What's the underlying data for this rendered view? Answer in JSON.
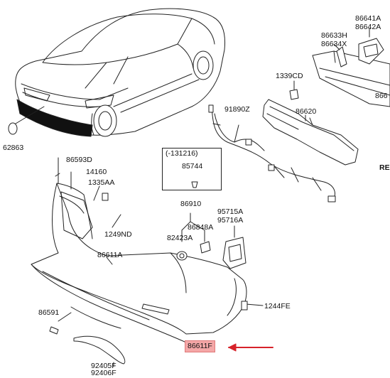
{
  "diagram": {
    "highlight_color": "#f4a7a7",
    "arrow_color": "#d7222a",
    "labels": {
      "p62863": "62863",
      "p86641A": "86641A",
      "p86642A": "86642A",
      "p86633H": "86633H",
      "p86634X": "86634X",
      "p1339CD": "1339CD",
      "p866_cut": "866",
      "p91890Z": "91890Z",
      "p86620": "86620",
      "re_cut": "RE",
      "p131216": "(-131216)",
      "p85744": "85744",
      "p86593D": "86593D",
      "p14160": "14160",
      "p1335AA": "1335AA",
      "p1249ND": "1249ND",
      "p86910": "86910",
      "p86848A": "86848A",
      "p82423A": "82423A",
      "p95715A": "95715A",
      "p95716A": "95716A",
      "p86611A": "86611A",
      "p86591": "86591",
      "p1244FE": "1244FE",
      "p86611F": "86611F",
      "p92405F": "92405F",
      "p92406F": "92406F"
    }
  }
}
